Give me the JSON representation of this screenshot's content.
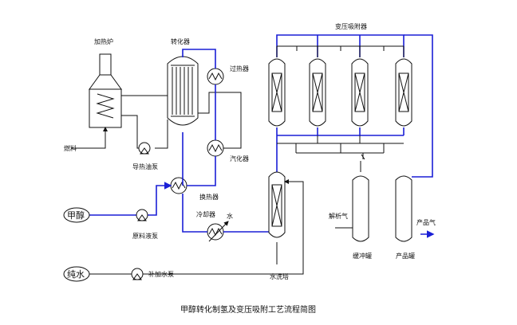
{
  "title": "甲醇转化制氢及变压吸附工艺流程简图",
  "labels": {
    "heating_furnace": "加热炉",
    "converter": "转化器",
    "superheater": "过热器",
    "vaporizer": "汽化器",
    "fuel": "燃料",
    "heat_oil_pump": "导热油泵",
    "exchanger": "换热器",
    "cooler": "冷却器",
    "water": "水",
    "methanol": "甲醇",
    "raw_pump": "原料液泵",
    "pure_water": "纯水",
    "makeup_pump": "补加水泵",
    "water_scrubber": "水洗塔",
    "psa": "变压吸附器",
    "desorb_gas": "解析气",
    "buffer_tank": "缓冲罐",
    "product_tank": "产品罐",
    "product_gas": "产品气"
  },
  "colors": {
    "process_line": "#1a1fd6",
    "utility_line": "#111111"
  }
}
